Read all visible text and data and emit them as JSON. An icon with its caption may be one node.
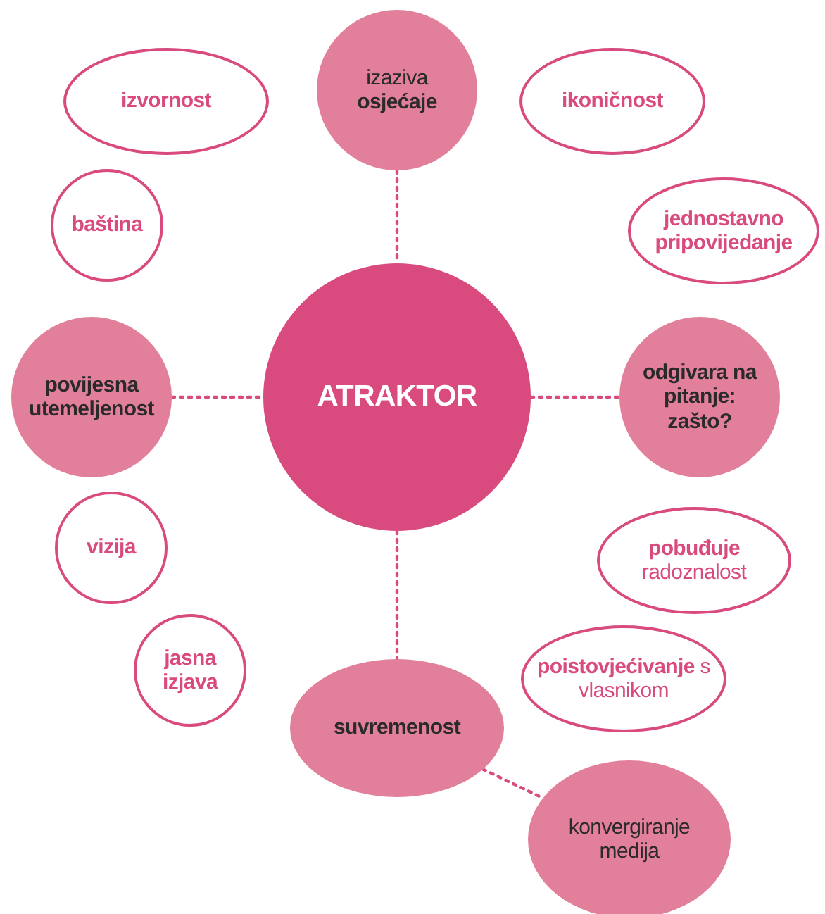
{
  "diagram": {
    "nodes": [
      {
        "text": [
          "ATRAKTOR"
        ]
      },
      {
        "text": [
          "izaziva **osjećaje**"
        ]
      },
      {
        "text": [
          "izvornost"
        ]
      },
      {
        "text": [
          "ikoničnost"
        ]
      },
      {
        "text": [
          "baština"
        ]
      },
      {
        "text": [
          "jednostavno pripovijedanje"
        ]
      },
      {
        "text": [
          "povijesna utemeljenost"
        ]
      },
      {
        "text": [
          "odgivara na pitanje: zašto?"
        ]
      },
      {
        "text": [
          "vizija"
        ]
      },
      {
        "text": [
          "**pobuđuje** radoznalost"
        ]
      },
      {
        "text": [
          "jasna izjava"
        ]
      },
      {
        "text": [
          "**poistovjećivanje** s vlasnikom"
        ]
      },
      {
        "text": [
          "suvremenost"
        ]
      },
      {
        "text": [
          "konvergiranje medija"
        ]
      }
    ],
    "edges": [
      {
        "from": 1,
        "to": 0,
        "arrow": "none",
        "style": "dashed"
      },
      {
        "from": 6,
        "to": 0,
        "arrow": "none",
        "style": "dashed"
      },
      {
        "from": 0,
        "to": 7,
        "arrow": "none",
        "style": "dashed"
      },
      {
        "from": 0,
        "to": 12,
        "arrow": "none",
        "style": "dashed"
      },
      {
        "from": 12,
        "to": 13,
        "arrow": "none",
        "style": "dashed"
      }
    ]
  }
}
